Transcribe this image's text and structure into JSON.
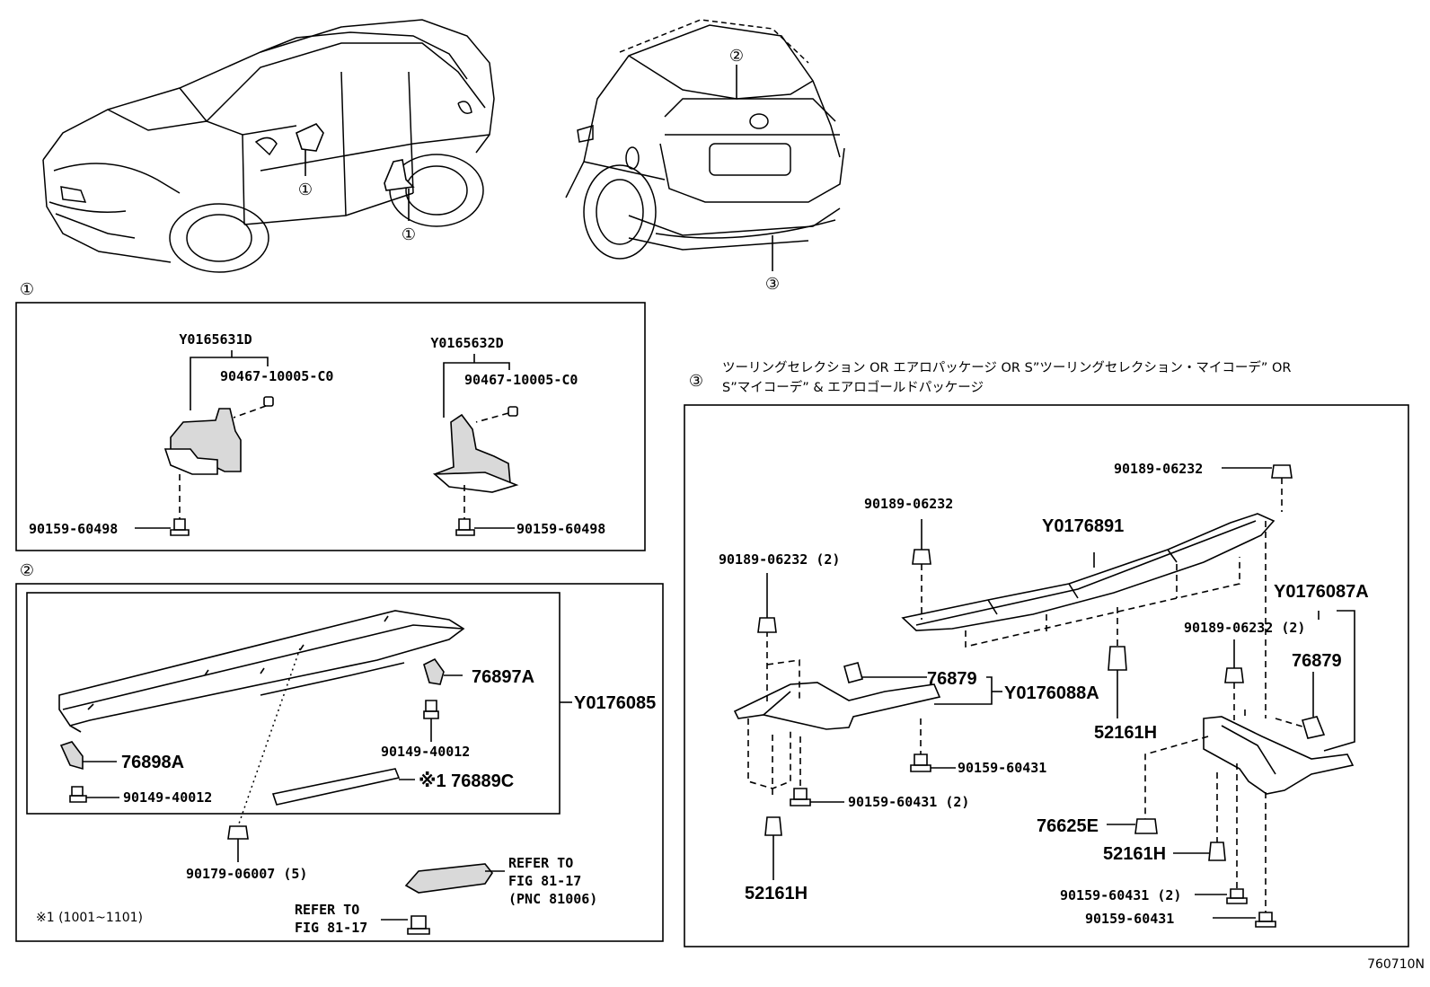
{
  "callouts": {
    "c1": "①",
    "c2": "②",
    "c3": "③"
  },
  "section1": {
    "left": {
      "assy": "Y0165631D",
      "screw": "90467-10005-C0",
      "bolt": "90159-60498"
    },
    "right": {
      "assy": "Y0165632D",
      "screw": "90467-10005-C0",
      "bolt": "90159-60498"
    }
  },
  "section2": {
    "assy": "Y0176085",
    "bracket_r": "76897A",
    "bracket_l": "76898A",
    "nut_r": "90149-40012",
    "nut_l": "90149-40012",
    "tape": "※1 76889C",
    "clip": "90179-06007 (5)",
    "refer1_l1": "REFER TO",
    "refer1_l2": "FIG 81-17",
    "refer1_l3": "(PNC 81006)",
    "refer2_l1": "REFER TO",
    "refer2_l2": "FIG 81-17",
    "note": "※1 (1001~1101)"
  },
  "section3": {
    "condition_line1": "ツーリングセレクション OR エアロパッケージ OR S”ツーリングセレクション・マイコーデ” OR",
    "condition_line2": "S”マイコーデ” & エアロゴールドパッケージ",
    "main": "Y0176891",
    "clip_top": "90189-06232",
    "clip_mid": "90189-06232",
    "clip_left": "90189-06232 (2)",
    "clip_right": "90189-06232 (2)",
    "left_assy": "Y0176088A",
    "left_retainer": "76879",
    "right_assy": "Y0176087A",
    "right_retainer": "76879",
    "rivet_mid": "52161H",
    "rivet_left": "52161H",
    "rivet_right": "52161H",
    "nut": "76625E",
    "bolt_mid": "90159-60431",
    "bolt_left": "90159-60431 (2)",
    "bolt_right1": "90159-60431 (2)",
    "bolt_right2": "90159-60431"
  },
  "diagram_code": "760710N"
}
